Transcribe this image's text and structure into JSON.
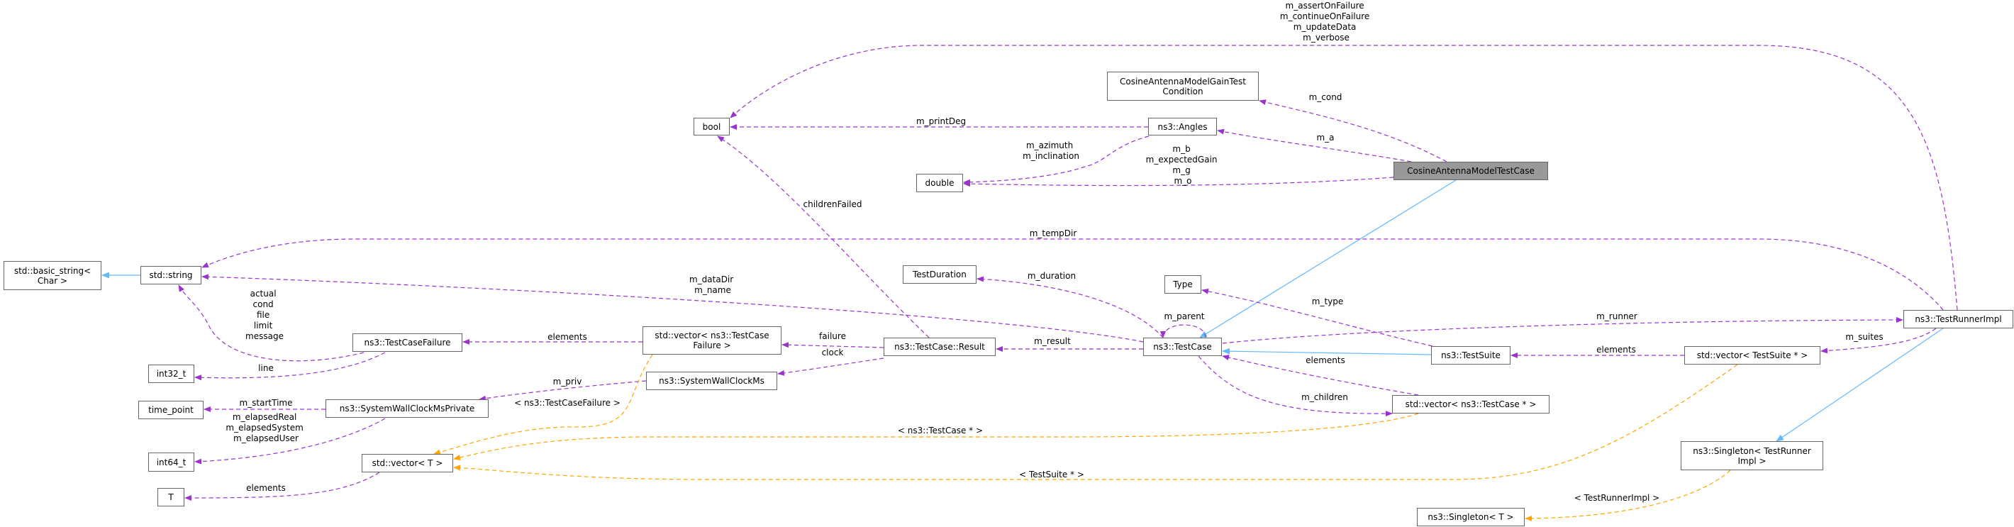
{
  "colors": {
    "member": "#9a32cd",
    "inheritance": "#63b8ff",
    "template": "#ffa500",
    "focus_fill": "#999999"
  },
  "nodes": {
    "basic_string": {
      "lines": [
        "std::basic_string<",
        "Char >"
      ]
    },
    "string": {
      "lines": [
        "std::string"
      ]
    },
    "test_case_failure": {
      "lines": [
        "ns3::TestCaseFailure"
      ]
    },
    "int32": {
      "lines": [
        "int32_t"
      ]
    },
    "time_point": {
      "lines": [
        "time_point"
      ]
    },
    "swcm_private": {
      "lines": [
        "ns3::SystemWallClockMsPrivate"
      ]
    },
    "int64": {
      "lines": [
        "int64_t"
      ]
    },
    "vector_t": {
      "lines": [
        "std::vector< T >"
      ]
    },
    "t": {
      "lines": [
        "T"
      ]
    },
    "bool": {
      "lines": [
        "bool"
      ]
    },
    "double": {
      "lines": [
        "double"
      ]
    },
    "gain_test_condition": {
      "lines": [
        "CosineAntennaModelGainTest",
        "Condition"
      ]
    },
    "angles": {
      "lines": [
        "ns3::Angles"
      ]
    },
    "test_duration": {
      "lines": [
        "TestDuration"
      ]
    },
    "type": {
      "lines": [
        "Type"
      ]
    },
    "vector_tcf": {
      "lines": [
        "std::vector< ns3::TestCase",
        "Failure >"
      ]
    },
    "swcm": {
      "lines": [
        "ns3::SystemWallClockMs"
      ]
    },
    "result": {
      "lines": [
        "ns3::TestCase::Result"
      ]
    },
    "test_case": {
      "lines": [
        "ns3::TestCase"
      ]
    },
    "cosine_test_case": {
      "lines": [
        "CosineAntennaModelTestCase"
      ]
    },
    "test_runner_impl": {
      "lines": [
        "ns3::TestRunnerImpl"
      ]
    },
    "test_suite": {
      "lines": [
        "ns3::TestSuite"
      ]
    },
    "vector_suite": {
      "lines": [
        "std::vector< TestSuite * >"
      ]
    },
    "vector_tc": {
      "lines": [
        "std::vector< ns3::TestCase * >"
      ]
    },
    "singleton_tri": {
      "lines": [
        "ns3::Singleton< TestRunner",
        "Impl >"
      ]
    },
    "singleton_t": {
      "lines": [
        "ns3::Singleton< T >"
      ]
    }
  },
  "edge_labels": {
    "runner_flags": [
      "m_assertOnFailure",
      "m_continueOnFailure",
      "m_updateData",
      "m_verbose"
    ],
    "m_cond": [
      "m_cond"
    ],
    "m_a": [
      "m_a"
    ],
    "doubles": [
      "m_b",
      "m_expectedGain",
      "m_g",
      "m_o"
    ],
    "m_printDeg": [
      "m_printDeg"
    ],
    "angles_doubles": [
      "m_azimuth",
      "m_inclination"
    ],
    "childrenFailed": [
      "childrenFailed"
    ],
    "m_tempDir": [
      "m_tempDir"
    ],
    "strings": [
      "m_dataDir",
      "m_name"
    ],
    "m_duration": [
      "m_duration"
    ],
    "m_type": [
      "m_type"
    ],
    "m_parent": [
      "m_parent"
    ],
    "failure": [
      "failure"
    ],
    "clock": [
      "clock"
    ],
    "m_result": [
      "m_result"
    ],
    "tc_elements": [
      "elements"
    ],
    "m_children": [
      "m_children"
    ],
    "tpl_testcase": [
      "< ns3::TestCase * >"
    ],
    "tpl_testsuite": [
      "< TestSuite * >"
    ],
    "m_runner": [
      "m_runner"
    ],
    "suite_elements": [
      "elements"
    ],
    "m_suites": [
      "m_suites"
    ],
    "tpl_runner": [
      "< TestRunnerImpl >"
    ],
    "failure_strings": [
      "actual",
      "cond",
      "file",
      "limit",
      "message"
    ],
    "tcf_elements": [
      "elements"
    ],
    "line": [
      "line"
    ],
    "m_priv": [
      "m_priv"
    ],
    "tpl_tcf": [
      "< ns3::TestCaseFailure >"
    ],
    "m_startTime": [
      "m_startTime"
    ],
    "elapsed": [
      "m_elapsedReal",
      "m_elapsedSystem",
      "m_elapsedUser"
    ],
    "t_elements": [
      "elements"
    ]
  }
}
